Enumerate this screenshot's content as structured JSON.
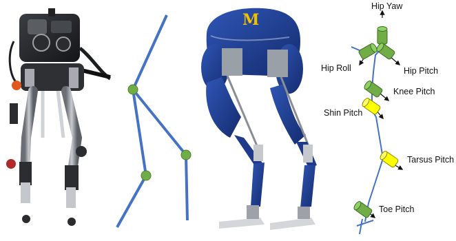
{
  "colors": {
    "link_blue": "#4472c4",
    "joint_green": "#70ad47",
    "joint_yellow": "#ffff00",
    "robot_blue": "#1f3a8a",
    "robot_grey": "#8a8e94",
    "maize": "#f2c200",
    "arrow": "#111111"
  },
  "panels": {
    "photo_atrias": {
      "icon": "bipedal-robot-photo"
    },
    "stick_model": {
      "icon": "stick-figure-model"
    },
    "photo_cassie": {
      "icon": "cassie-robot-photo",
      "logo_letter": "M"
    },
    "kinematic_chain": {
      "joints": [
        {
          "label": "Hip Yaw",
          "color": "green"
        },
        {
          "label": "Hip Roll",
          "color": "green"
        },
        {
          "label": "Hip Pitch",
          "color": "green"
        },
        {
          "label": "Knee Pitch",
          "color": "green"
        },
        {
          "label": "Shin Pitch",
          "color": "yellow"
        },
        {
          "label": "Tarsus Pitch",
          "color": "yellow"
        },
        {
          "label": "Toe Pitch",
          "color": "green"
        }
      ]
    }
  }
}
